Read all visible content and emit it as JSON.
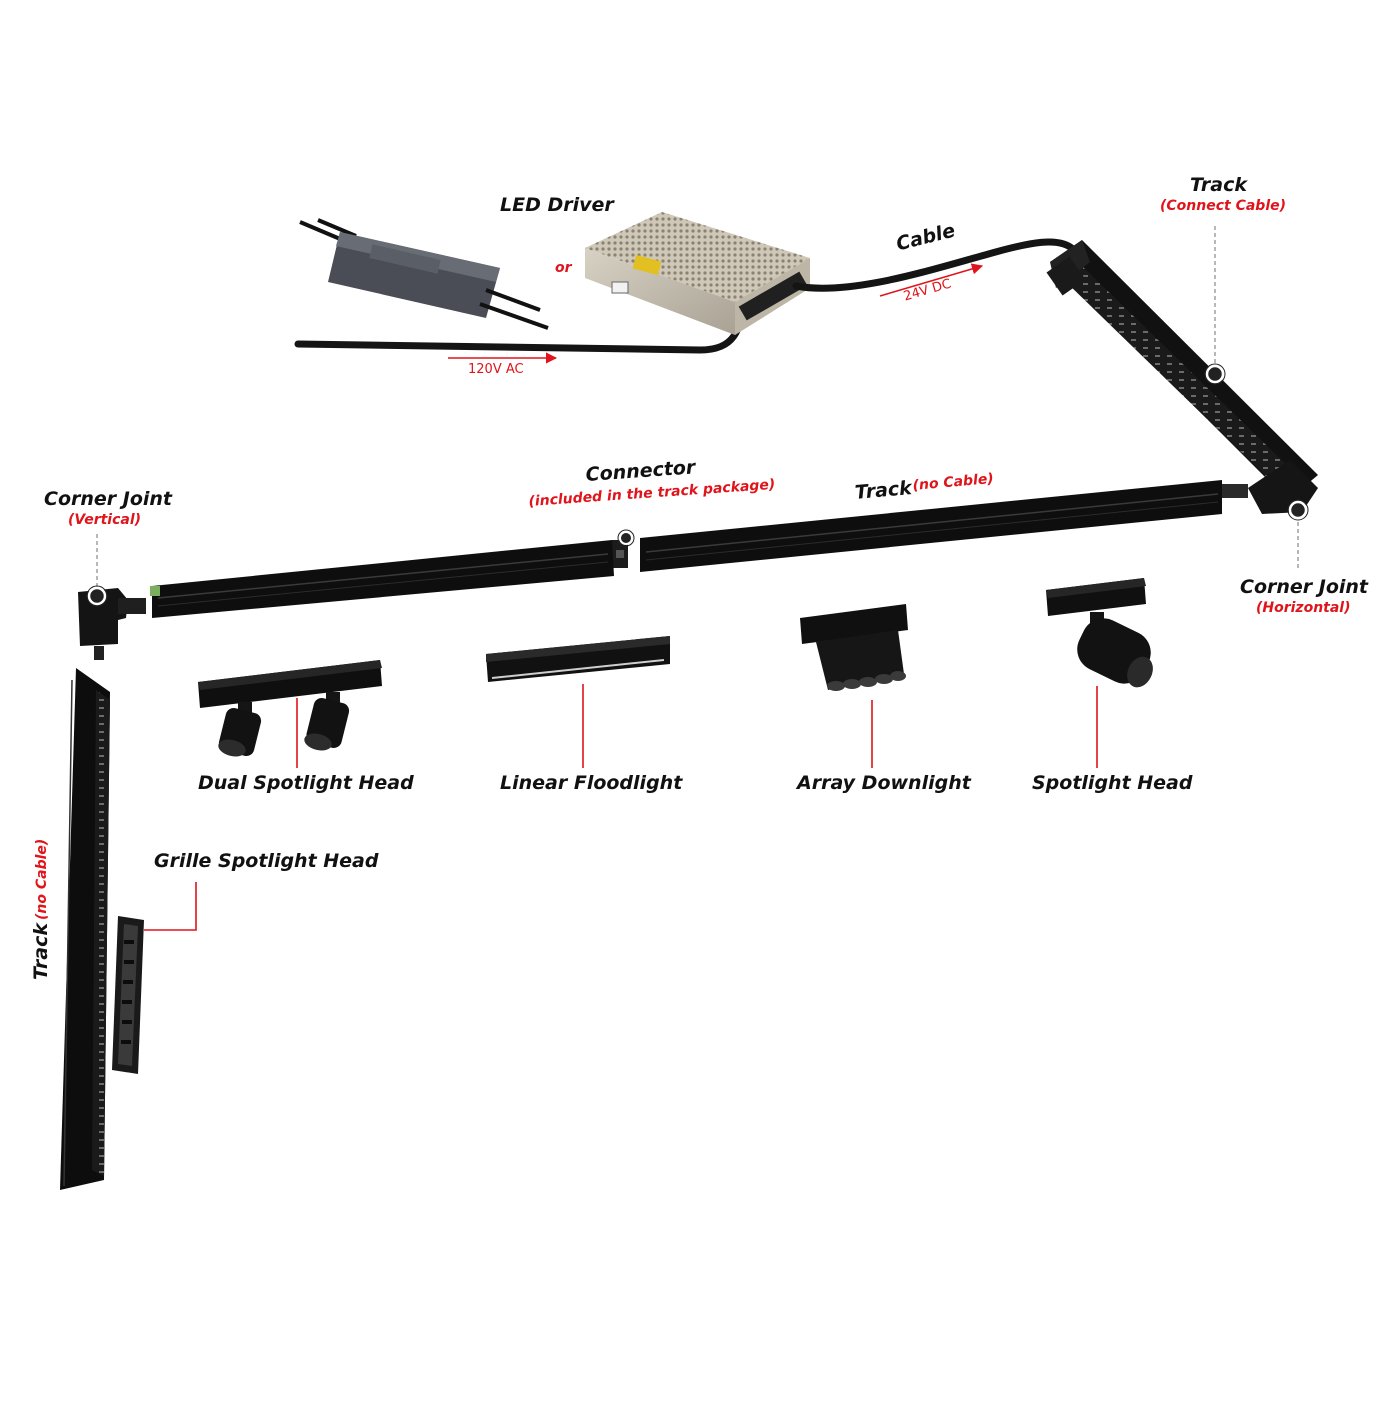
{
  "colors": {
    "accent": "#e0141b",
    "text": "#111111",
    "product": "#0d0d0d",
    "background": "#ffffff"
  },
  "driver": {
    "label": "LED Driver",
    "or": "or",
    "input_voltage": "120V AC",
    "output_voltage": "24V DC"
  },
  "cable": {
    "label": "Cable"
  },
  "track_connect": {
    "label": "Track",
    "note": "(Connect Cable)"
  },
  "track_middle": {
    "label": "Track",
    "note": "(no Cable)"
  },
  "track_vertical": {
    "label": "Track",
    "note": "(no Cable)"
  },
  "connector": {
    "label": "Connector",
    "note": "(included in the track package)"
  },
  "corner_vertical": {
    "label": "Corner Joint",
    "note": "(Vertical)"
  },
  "corner_horizontal": {
    "label": "Corner Joint",
    "note": "(Horizontal)"
  },
  "fixtures": {
    "dual_spotlight": "Dual Spotlight Head",
    "linear_floodlight": "Linear Floodlight",
    "array_downlight": "Array Downlight",
    "spotlight": "Spotlight Head",
    "grille_spotlight": "Grille Spotlight Head"
  }
}
